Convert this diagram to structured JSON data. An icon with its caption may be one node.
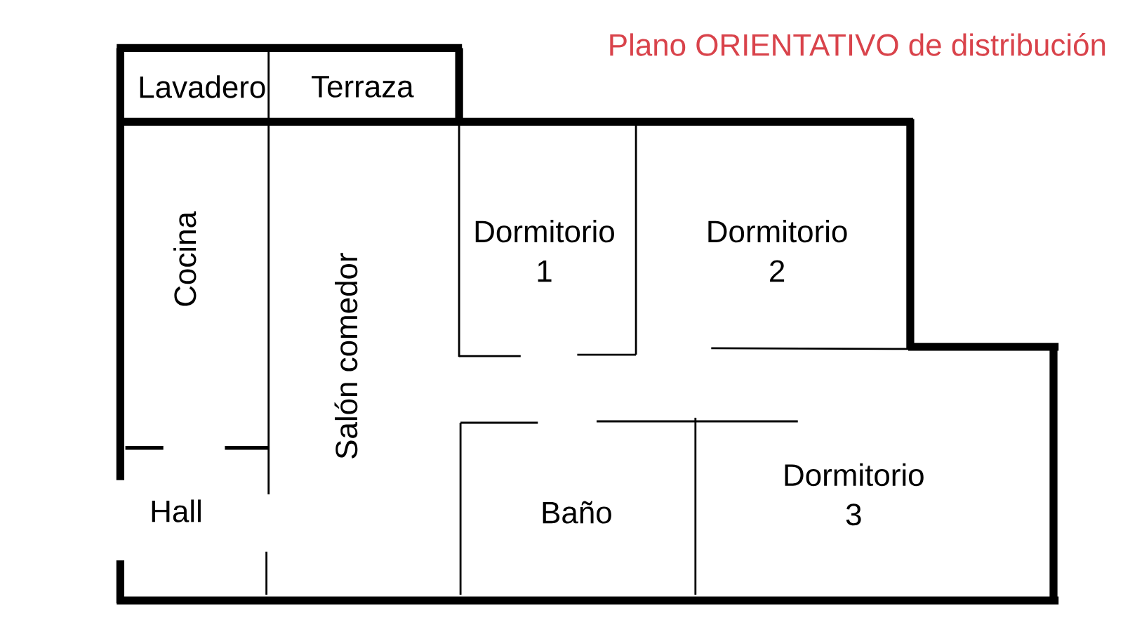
{
  "diagram": {
    "title": "Plano ORIENTATIVO de distribución",
    "labels": [
      "Lavadero",
      "Terraza",
      "Cocina",
      "Salón comedor",
      "Dormitorio 1",
      "Dormitorio 2",
      "Hall",
      "Baño",
      "Dormitorio 3"
    ]
  }
}
